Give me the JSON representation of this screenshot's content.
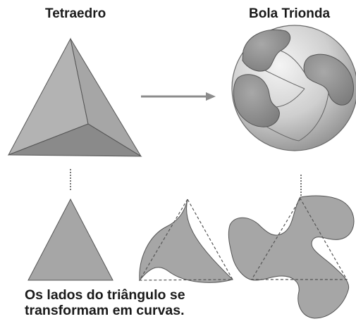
{
  "labels": {
    "left_title": "Tetraedro",
    "right_title": "Bola Trionda",
    "caption_line1": "Os lados do triângulo se",
    "caption_line2": "transformam em curvas."
  },
  "colors": {
    "face_light": "#b5b5b5",
    "face_mid": "#a3a3a3",
    "face_dark": "#8a8a8a",
    "outline": "#555555",
    "arrow": "#8c8c8c",
    "dashed": "#666666"
  }
}
